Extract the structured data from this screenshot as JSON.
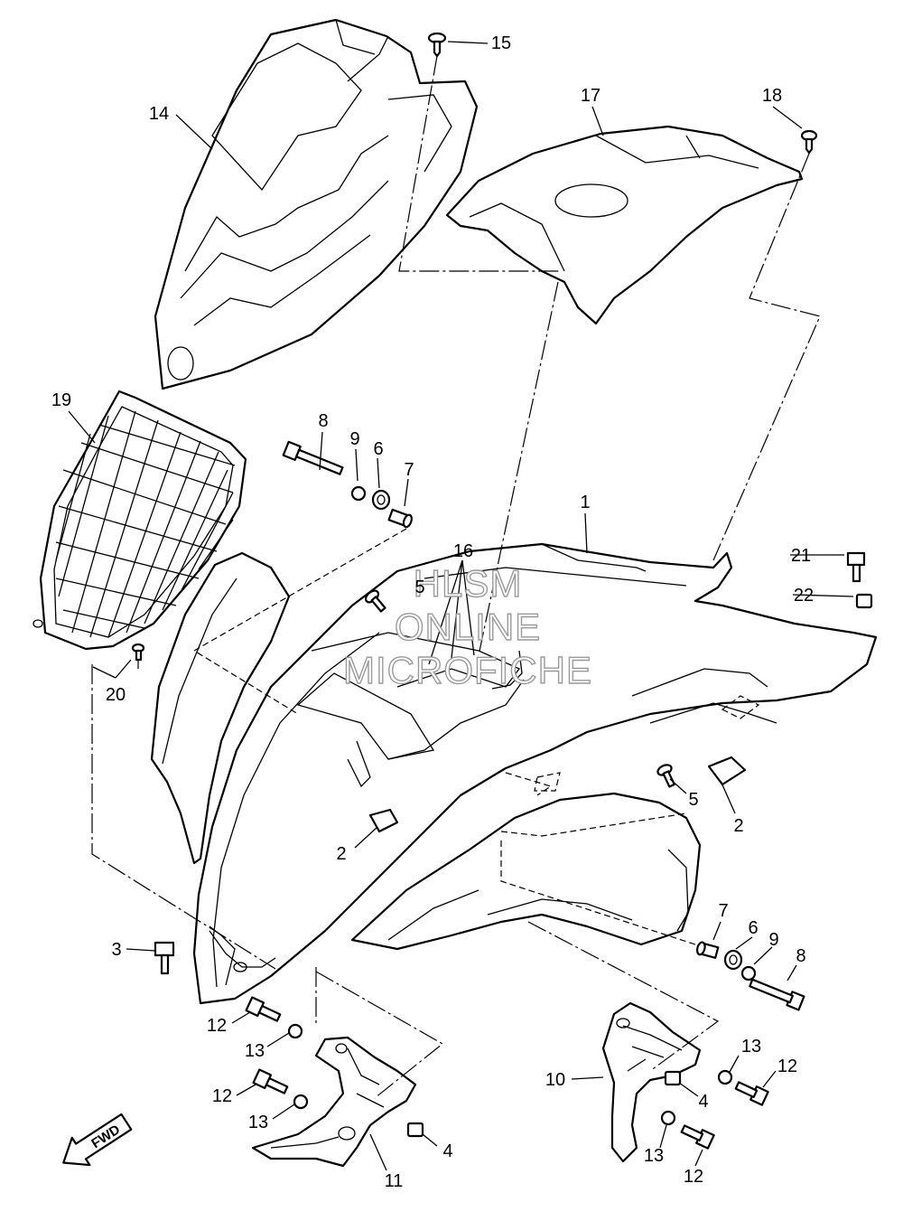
{
  "callouts": [
    {
      "id": "c14",
      "label": "14"
    },
    {
      "id": "c15",
      "label": "15"
    },
    {
      "id": "c17",
      "label": "17"
    },
    {
      "id": "c18",
      "label": "18"
    },
    {
      "id": "c19",
      "label": "19"
    },
    {
      "id": "c8a",
      "label": "8"
    },
    {
      "id": "c9a",
      "label": "9"
    },
    {
      "id": "c6a",
      "label": "6"
    },
    {
      "id": "c7a",
      "label": "7"
    },
    {
      "id": "c1",
      "label": "1"
    },
    {
      "id": "c16",
      "label": "16"
    },
    {
      "id": "c5a",
      "label": "5"
    },
    {
      "id": "c21",
      "label": "21"
    },
    {
      "id": "c22",
      "label": "22"
    },
    {
      "id": "c20",
      "label": "20"
    },
    {
      "id": "c5b",
      "label": "5"
    },
    {
      "id": "c2a",
      "label": "2"
    },
    {
      "id": "c2b",
      "label": "2"
    },
    {
      "id": "c3",
      "label": "3"
    },
    {
      "id": "c7b",
      "label": "7"
    },
    {
      "id": "c6b",
      "label": "6"
    },
    {
      "id": "c9b",
      "label": "9"
    },
    {
      "id": "c8b",
      "label": "8"
    },
    {
      "id": "c12a",
      "label": "12"
    },
    {
      "id": "c13a",
      "label": "13"
    },
    {
      "id": "c12b",
      "label": "12"
    },
    {
      "id": "c13b",
      "label": "13"
    },
    {
      "id": "c4a",
      "label": "4"
    },
    {
      "id": "c11",
      "label": "11"
    },
    {
      "id": "c10",
      "label": "10"
    },
    {
      "id": "c13c",
      "label": "13"
    },
    {
      "id": "c12c",
      "label": "12"
    },
    {
      "id": "c4b",
      "label": "4"
    },
    {
      "id": "c13d",
      "label": "13"
    },
    {
      "id": "c12d",
      "label": "12"
    }
  ],
  "watermark": {
    "line1": "HLSM",
    "line2": "ONLINE",
    "line3": "MICROFICHE"
  },
  "fwd_label": "FWD"
}
